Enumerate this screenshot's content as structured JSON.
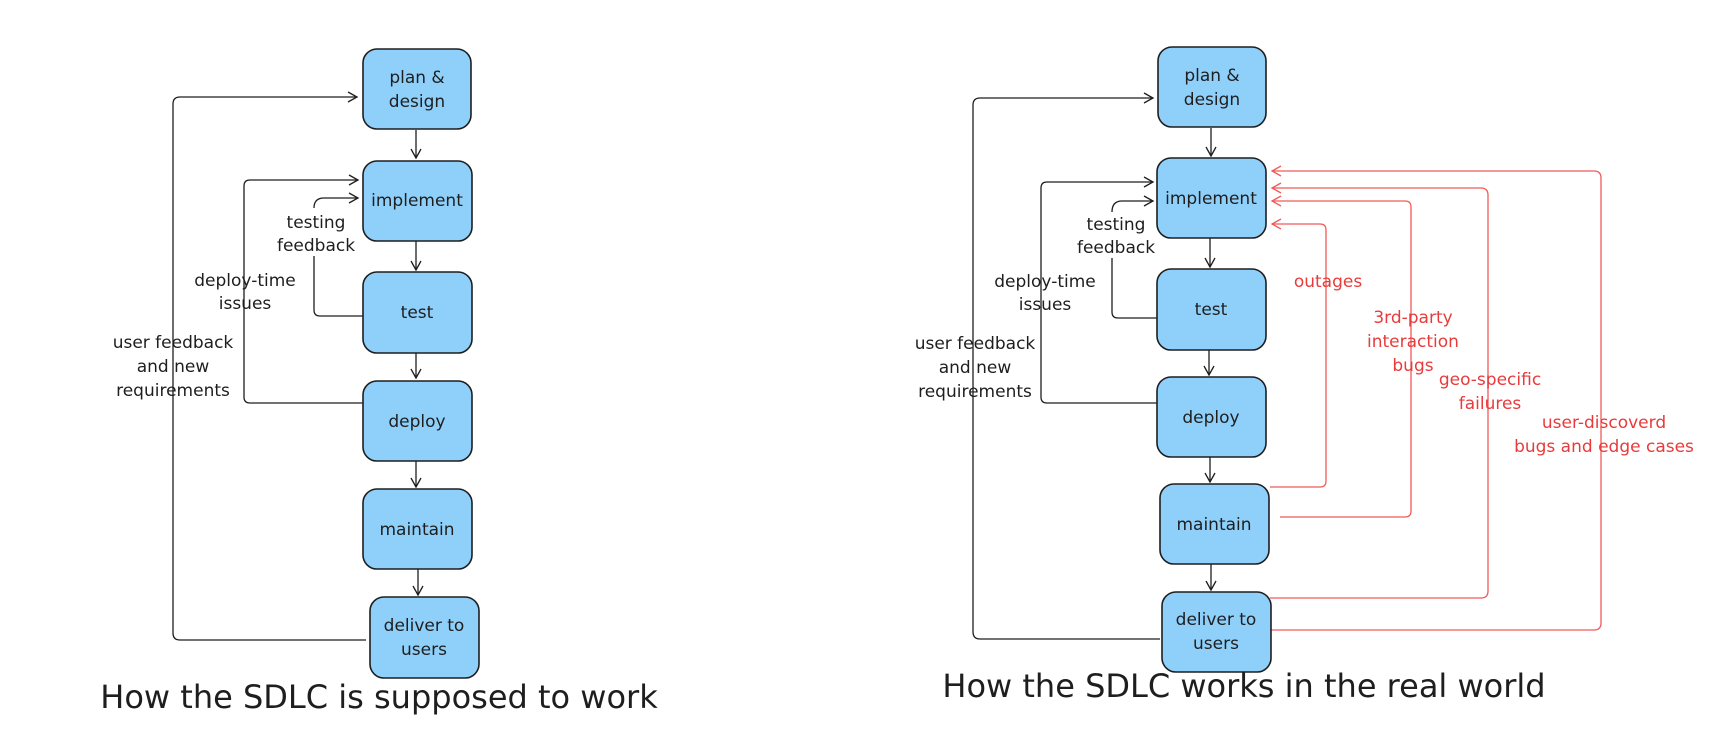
{
  "left_diagram": {
    "title": "How the SDLC is supposed to work",
    "nodes": {
      "plan": [
        "plan &",
        "design"
      ],
      "implement": [
        "implement"
      ],
      "test": [
        "test"
      ],
      "deploy": [
        "deploy"
      ],
      "maintain": [
        "maintain"
      ],
      "deliver": [
        "deliver to",
        "users"
      ]
    },
    "labels": {
      "testing_feedback": [
        "testing",
        "feedback"
      ],
      "deploy_time_issues": [
        "deploy-time",
        "issues"
      ],
      "user_feedback": [
        "user feedback",
        "and new",
        "requirements"
      ]
    }
  },
  "right_diagram": {
    "title": "How the SDLC works in the real world",
    "nodes": {
      "plan": [
        "plan &",
        "design"
      ],
      "implement": [
        "implement"
      ],
      "test": [
        "test"
      ],
      "deploy": [
        "deploy"
      ],
      "maintain": [
        "maintain"
      ],
      "deliver": [
        "deliver to",
        "users"
      ]
    },
    "labels": {
      "testing_feedback": [
        "testing",
        "feedback"
      ],
      "deploy_time_issues": [
        "deploy-time",
        "issues"
      ],
      "user_feedback": [
        "user feedback",
        "and new",
        "requirements"
      ],
      "outages": [
        "outages"
      ],
      "third_party": [
        "3rd-party",
        "interaction",
        "bugs"
      ],
      "geo_specific": [
        "geo-specific",
        "failures"
      ],
      "user_discovered": [
        "user-discoverd",
        "bugs and edge cases"
      ]
    }
  },
  "colors": {
    "box_fill": "#8fd0fb",
    "stroke": "#1e1e1e",
    "accent_red": "#f25a5a"
  }
}
